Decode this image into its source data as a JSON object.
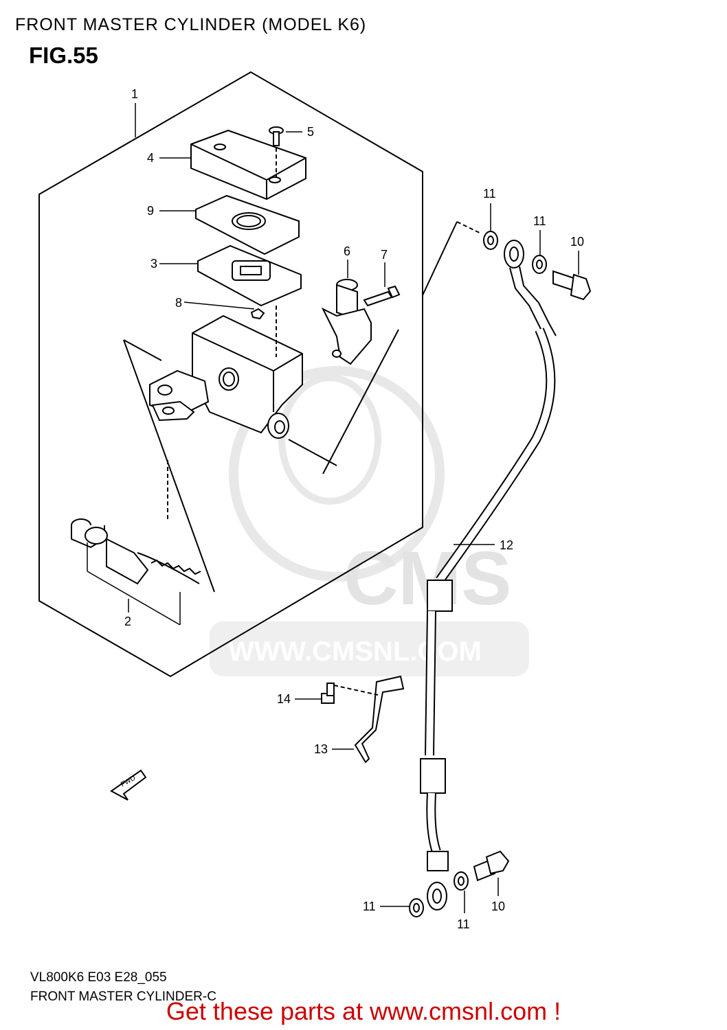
{
  "header": {
    "title": "FRONT MASTER CYLINDER (MODEL K6)",
    "figure": "FIG.55"
  },
  "callouts": [
    "1",
    "2",
    "3",
    "4",
    "5",
    "6",
    "7",
    "8",
    "9",
    "10",
    "11",
    "12",
    "13",
    "14"
  ],
  "fwd_label": "FWD",
  "watermark": {
    "logo_text": "CMS",
    "url_text": "WWW.CMSNL.COM"
  },
  "footer": {
    "code": "VL800K6 E03 E28_055",
    "name": "FRONT MASTER CYLINDER-C",
    "cta": "Get these parts at www.cmsnl.com !"
  },
  "colors": {
    "cta": "#cc0000",
    "watermark": "#e3e3e3",
    "line": "#000000"
  }
}
